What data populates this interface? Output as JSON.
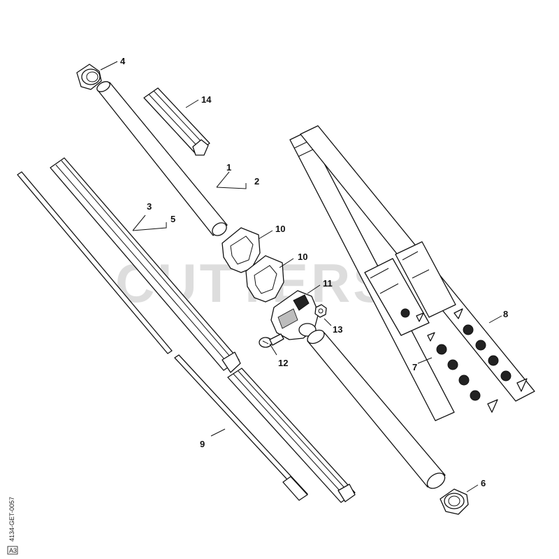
{
  "watermark": "CUTTERS",
  "drawing_code": "4134-GET-0057",
  "corner_mark": "A3",
  "callouts": [
    {
      "id": "c1",
      "label": "1"
    },
    {
      "id": "c2",
      "label": "2"
    },
    {
      "id": "c3",
      "label": "3"
    },
    {
      "id": "c4",
      "label": "4"
    },
    {
      "id": "c5",
      "label": "5"
    },
    {
      "id": "c6",
      "label": "6"
    },
    {
      "id": "c7",
      "label": "7"
    },
    {
      "id": "c8",
      "label": "8"
    },
    {
      "id": "c9",
      "label": "9"
    },
    {
      "id": "c10a",
      "label": "10"
    },
    {
      "id": "c10b",
      "label": "10"
    },
    {
      "id": "c11",
      "label": "11"
    },
    {
      "id": "c12",
      "label": "12"
    },
    {
      "id": "c13",
      "label": "13"
    },
    {
      "id": "c14",
      "label": "14"
    }
  ]
}
